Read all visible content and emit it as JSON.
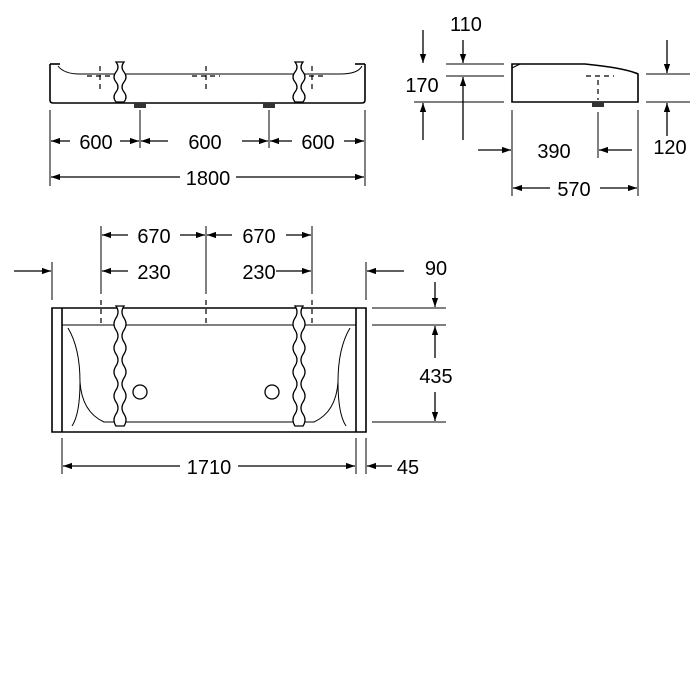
{
  "drawing": {
    "front_view": {
      "segment_dims": [
        "600",
        "600",
        "600"
      ],
      "overall_length": "1800"
    },
    "side_view": {
      "offset_top": "110",
      "height": "170",
      "base_height": "120",
      "drain_offset": "390",
      "depth": "570"
    },
    "plan_view": {
      "spacing_left": "670",
      "spacing_right": "670",
      "inset_left": "230",
      "inset_right": "230",
      "back_offset": "90",
      "inner_depth": "435",
      "inner_length": "1710",
      "end_offset": "45"
    }
  }
}
